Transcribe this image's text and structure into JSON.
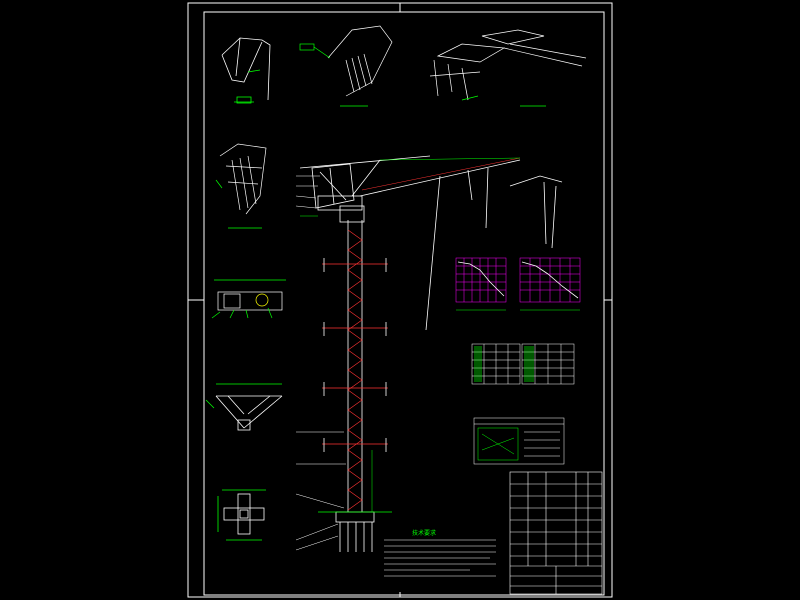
{
  "drawing": {
    "title": "",
    "notes_heading": "技术要求",
    "colors": {
      "background": "#000000",
      "line": "#ffffff",
      "dimension": "#00ff00",
      "hidden": "#ff3333",
      "accent": "#00ffff",
      "grid": "#ff00ff"
    },
    "views": [
      {
        "id": "detail-a",
        "caption": ""
      },
      {
        "id": "detail-b",
        "caption": ""
      },
      {
        "id": "detail-c",
        "caption": ""
      },
      {
        "id": "detail-d",
        "caption": ""
      }
    ],
    "charts": [
      {
        "id": "load-chart-1",
        "label": ""
      },
      {
        "id": "load-chart-2",
        "label": ""
      }
    ]
  }
}
